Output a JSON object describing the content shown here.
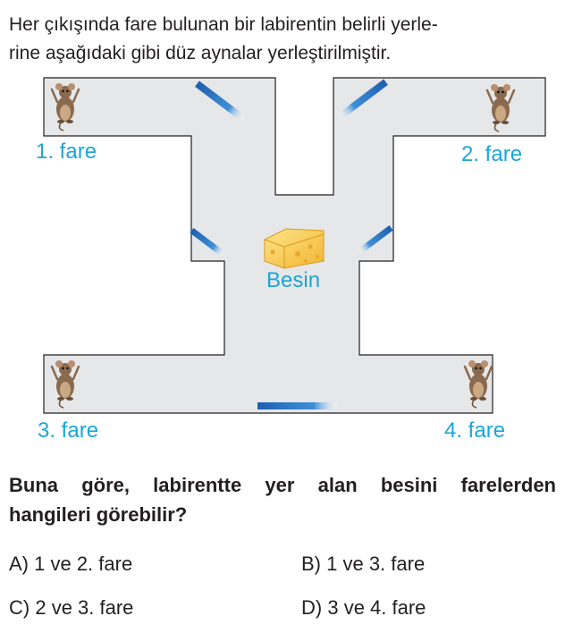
{
  "intro": {
    "line1": "Her çıkışında fare bulunan bir labirentin belirli yerle-",
    "line2": "rine aşağıdaki gibi düz aynalar yerleştirilmiştir."
  },
  "labels": {
    "mouse1": "1. fare",
    "mouse2": "2. fare",
    "mouse3": "3. fare",
    "mouse4": "4. fare",
    "food": "Besin"
  },
  "question": {
    "line1": "Buna göre, labirentte yer alan besini farelerden",
    "line2": "hangileri görebilir?"
  },
  "options": [
    {
      "key": "A)",
      "text": "1 ve 2. fare"
    },
    {
      "key": "B)",
      "text": "1 ve 3. fare"
    },
    {
      "key": "C)",
      "text": "2 ve 3. fare"
    },
    {
      "key": "D)",
      "text": "3 ve 4. fare"
    }
  ],
  "colors": {
    "maze_fill": "#e6e7e8",
    "maze_stroke": "#231f20",
    "mirror": "#1e6fc0",
    "label": "#1aa6d8",
    "cheese": "#f7c948"
  },
  "icons": [
    "mouse-icon",
    "cheese-icon",
    "mirror"
  ]
}
